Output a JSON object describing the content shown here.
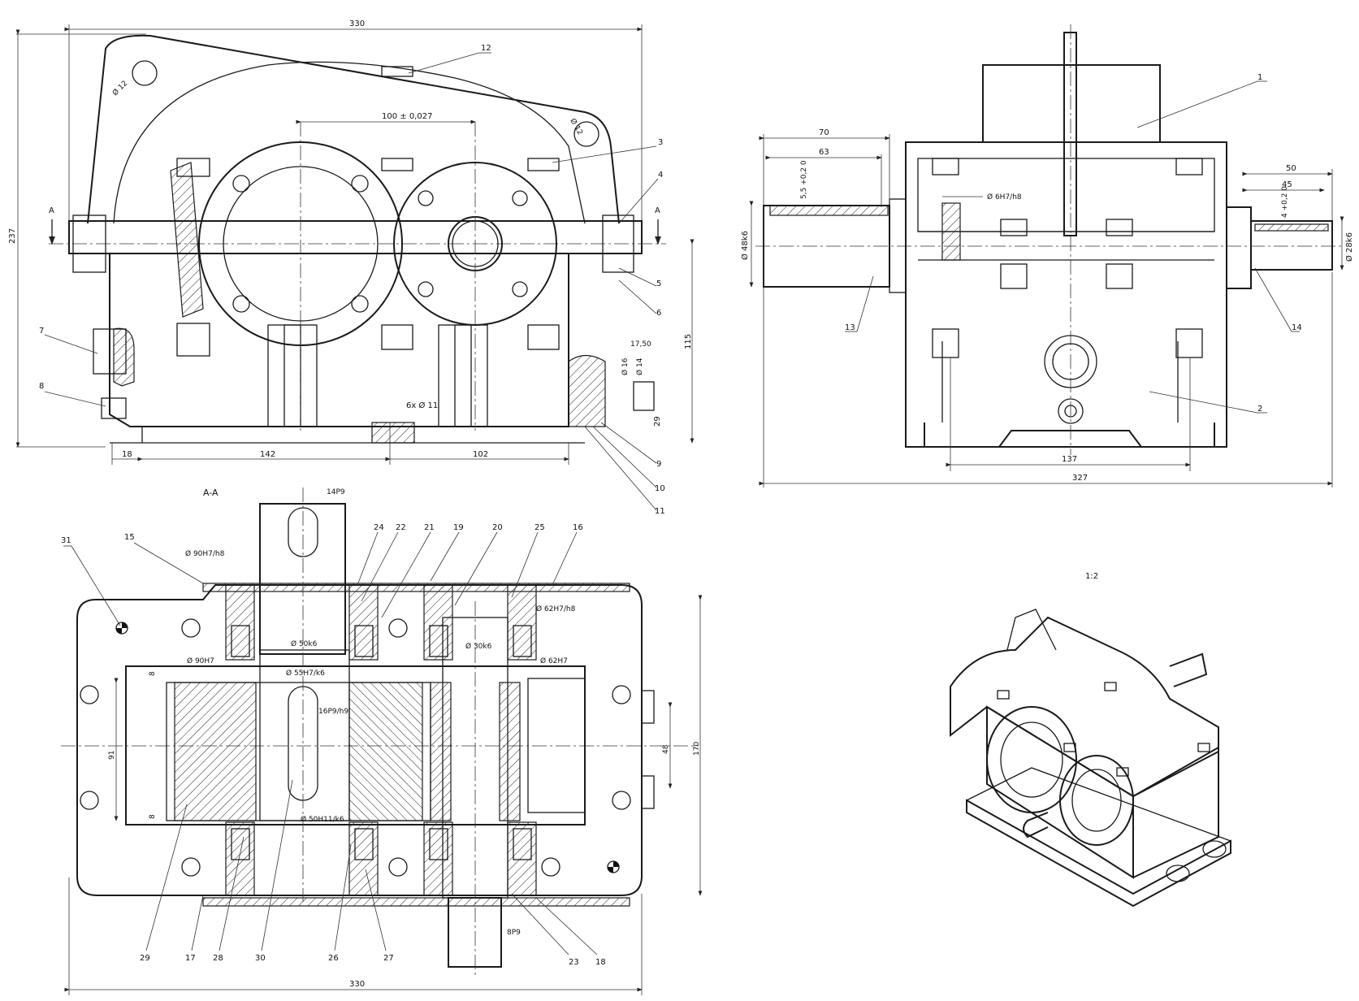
{
  "front_view": {
    "dims": {
      "overall_length": "330",
      "height": "237",
      "center_distance": "100 ± 0,027",
      "hole_upper": "Ø 12",
      "hole_lower": "Ø 12",
      "shaft_height": "115",
      "base_left": "18",
      "base_mid": "142",
      "base_right": "102",
      "holes": "6x Ø 11",
      "plug_len": "17,50",
      "plug_d1": "Ø 16",
      "plug_d2": "Ø 14",
      "plug_h": "29"
    },
    "section_mark": "A",
    "callouts": [
      "12",
      "3",
      "4",
      "5",
      "6",
      "7",
      "8",
      "9",
      "10",
      "11"
    ]
  },
  "side_view": {
    "dims": {
      "shaft_left_len": "70",
      "key_left_len": "63",
      "key_left_depth": "5,5 +0,2 0",
      "pin_fit": "Ø 6H7/h8",
      "shaft_left_d": "Ø 48k6",
      "shaft_right_len": "50",
      "key_right_len": "45",
      "key_right_depth": "4 +0,2 0",
      "shaft_right_d": "Ø 28k6",
      "base_bolt_span": "137",
      "overall_width": "327"
    },
    "callouts": [
      "1",
      "2",
      "13",
      "14"
    ]
  },
  "section_view": {
    "title": "A-A",
    "dims": {
      "top_key": "14P9",
      "bore_left": "Ø 90H7/h8",
      "bore_right": "Ø 62H7/h8",
      "shaft_upper": "Ø 50k6",
      "shaft_right": "Ø 30k6",
      "bore_left2": "Ø 90H7",
      "bore_right2": "Ø 62H7",
      "gear_fit": "Ø 55H7/k6",
      "gear_key": "16P9/h9",
      "gear_fit2": "Ø 50H11/k6",
      "gap_top": "8",
      "gap_bottom": "8",
      "gear_width": "91",
      "pinion_width": "48",
      "housing_width": "170",
      "bottom_key": "8P9",
      "overall_length": "330"
    },
    "callouts": [
      "31",
      "15",
      "24",
      "22",
      "21",
      "19",
      "20",
      "25",
      "16",
      "29",
      "17",
      "28",
      "30",
      "26",
      "27",
      "23",
      "18"
    ]
  },
  "iso_view": {
    "scale": "1:2"
  }
}
